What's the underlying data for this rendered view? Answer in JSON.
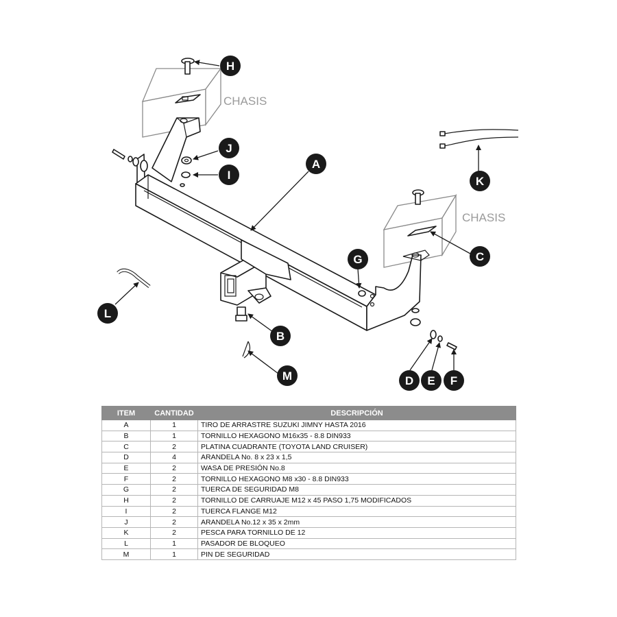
{
  "diagram": {
    "chasis_labels": [
      "CHASIS",
      "CHASIS"
    ],
    "callouts": [
      "A",
      "B",
      "C",
      "D",
      "E",
      "F",
      "G",
      "H",
      "I",
      "J",
      "K",
      "L",
      "M"
    ]
  },
  "table": {
    "headers": {
      "item": "ITEM",
      "qty": "CANTIDAD",
      "desc": "DESCRIPCIÓN"
    },
    "rows": [
      {
        "item": "A",
        "qty": "1",
        "desc": "TIRO DE ARRASTRE SUZUKI JIMNY HASTA 2016"
      },
      {
        "item": "B",
        "qty": "1",
        "desc": "TORNILLO  HEXAGONO M16x35 - 8.8 DIN933"
      },
      {
        "item": "C",
        "qty": "2",
        "desc": "PLATINA CUADRANTE (TOYOTA LAND CRUISER)"
      },
      {
        "item": "D",
        "qty": "4",
        "desc": "ARANDELA No. 8 x 23 x 1,5"
      },
      {
        "item": "E",
        "qty": "2",
        "desc": "WASA DE PRESIÓN No.8"
      },
      {
        "item": "F",
        "qty": "2",
        "desc": "TORNILLO  HEXAGONO M8 x30 - 8.8 DIN933"
      },
      {
        "item": "G",
        "qty": "2",
        "desc": "TUERCA DE SEGURIDAD M8"
      },
      {
        "item": "H",
        "qty": "2",
        "desc": "TORNILLO DE CARRUAJE M12 x 45 PASO 1,75 MODIFICADOS"
      },
      {
        "item": "I",
        "qty": "2",
        "desc": "TUERCA FLANGE M12"
      },
      {
        "item": "J",
        "qty": "2",
        "desc": "ARANDELA No.12 x 35 x 2mm"
      },
      {
        "item": "K",
        "qty": "2",
        "desc": "PESCA PARA TORNILLO DE 12"
      },
      {
        "item": "L",
        "qty": "1",
        "desc": "PASADOR DE BLOQUEO"
      },
      {
        "item": "M",
        "qty": "1",
        "desc": "PIN DE SEGURIDAD"
      }
    ]
  }
}
